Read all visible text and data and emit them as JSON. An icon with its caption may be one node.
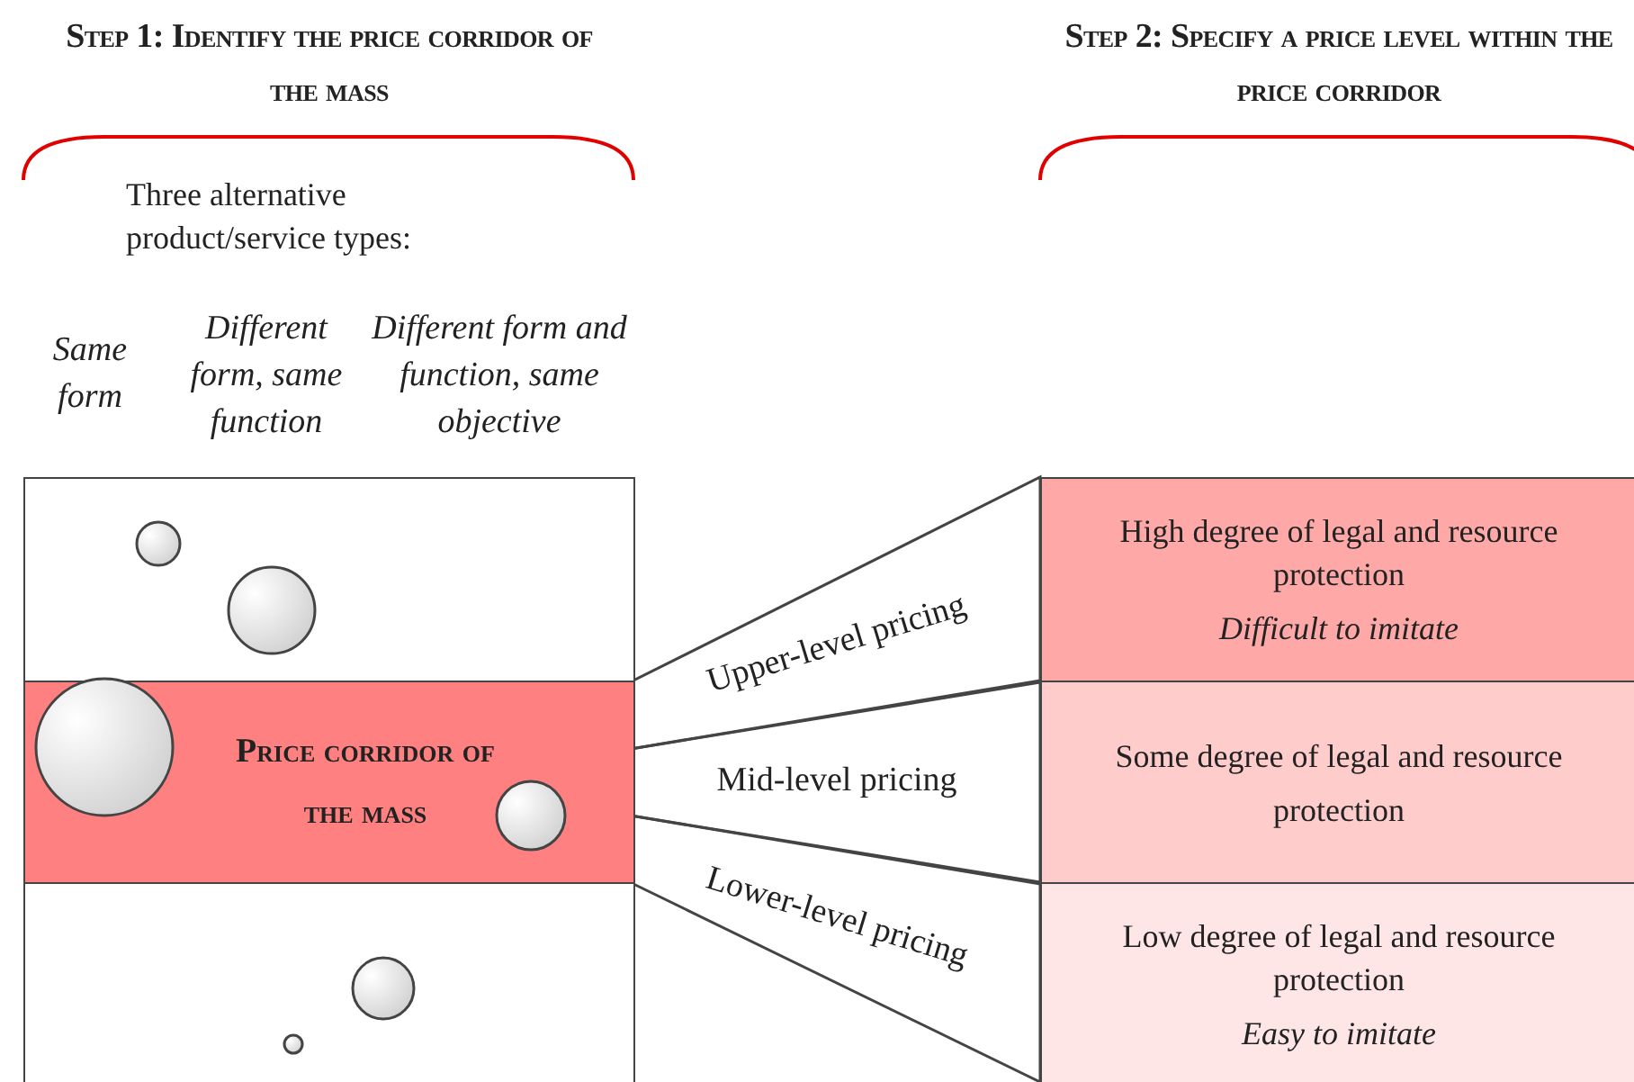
{
  "diagram": {
    "nodes": [
      {
        "text": [],
        "shape": "box"
      },
      {
        "text": [
          "Price corridor of the mass"
        ]
      },
      {
        "text": [],
        "shape": "box"
      },
      {
        "text": [
          "High degree of legal and resource protection",
          "Difficult to imitate"
        ]
      },
      {
        "text": [
          "Some degree of legal and resource protection"
        ]
      },
      {
        "text": [
          "Low degree of legal and resource protection",
          "Easy to imitate"
        ]
      }
    ],
    "edges": [
      {
        "from": 1,
        "to": 3,
        "arrow": "none",
        "label": "Upper-level pricing"
      },
      {
        "from": 1,
        "to": 4,
        "arrow": "none",
        "label": "Mid-level pricing"
      },
      {
        "from": 1,
        "to": 5,
        "arrow": "none",
        "label": "Lower-level pricing"
      }
    ],
    "labels": [
      "Step 1: Identify the price corridor of the mass",
      "Step 2: Specify a price level within the price corridor",
      "Three alternative product/service types:",
      "Same form",
      "Different form, same function",
      "Different form and function, same objective"
    ]
  }
}
